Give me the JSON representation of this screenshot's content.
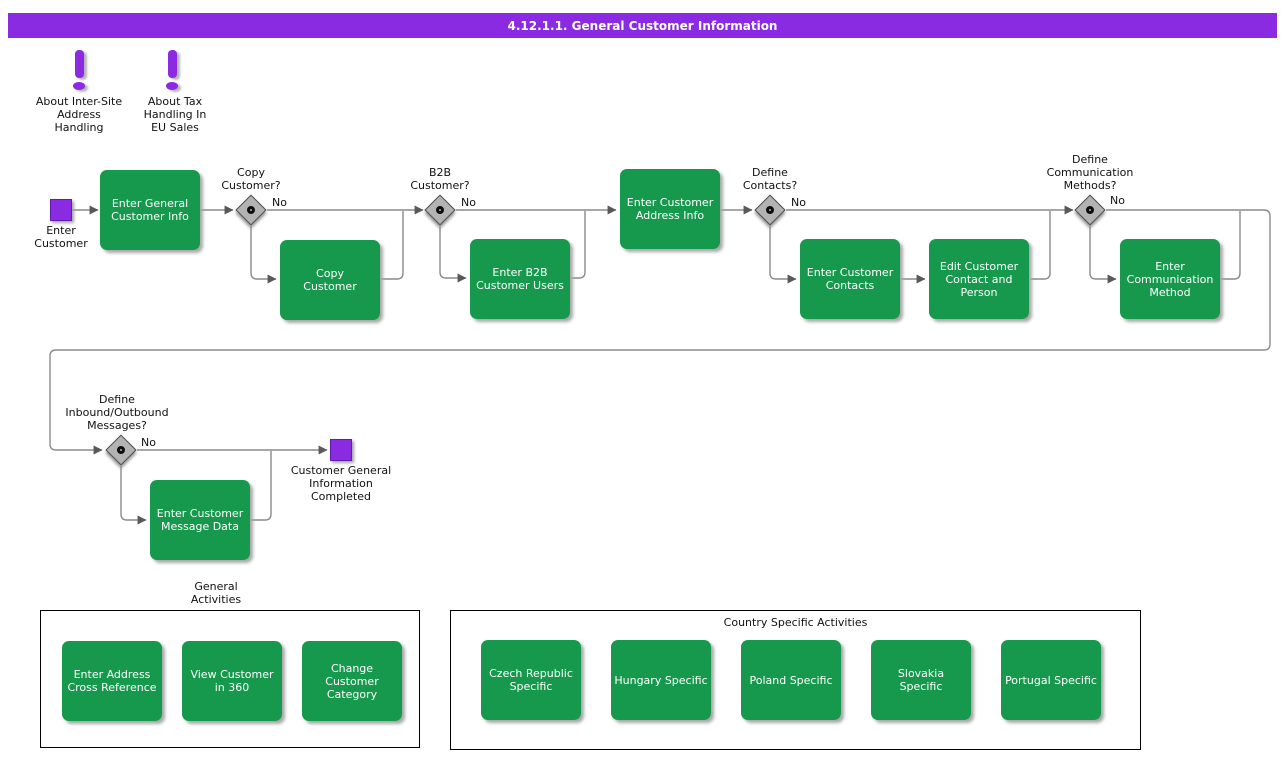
{
  "title": "4.12.1.1. General Customer Information",
  "colors": {
    "accent_purple": "#8A2BE2",
    "activity_green": "#16994D",
    "line_gray": "#8a8a8a",
    "diamond_gray": "#b3b3b3"
  },
  "notes": [
    {
      "label": "About Inter-Site\nAddress\nHandling"
    },
    {
      "label": "About Tax\nHandling In\nEU Sales"
    }
  ],
  "flow": {
    "start": {
      "label": "Enter\nCustomer"
    },
    "end": {
      "label": "Customer General\nInformation\nCompleted"
    },
    "activities": [
      {
        "label": "Enter General\nCustomer Info"
      },
      {
        "label": "Copy\nCustomer"
      },
      {
        "label": "Enter B2B\nCustomer Users"
      },
      {
        "label": "Enter Customer\nAddress Info"
      },
      {
        "label": "Enter Customer\nContacts"
      },
      {
        "label": "Edit Customer\nContact and\nPerson"
      },
      {
        "label": "Enter\nCommunication\nMethod"
      },
      {
        "label": "Enter Customer\nMessage Data"
      }
    ],
    "decisions": [
      {
        "label": "Copy\nCustomer?",
        "no": "No"
      },
      {
        "label": "B2B\nCustomer?",
        "no": "No"
      },
      {
        "label": "Define\nContacts?",
        "no": "No"
      },
      {
        "label": "Define\nCommunication\nMethods?",
        "no": "No"
      },
      {
        "label": "Define\nInbound/Outbound\nMessages?",
        "no": "No"
      }
    ]
  },
  "sections": {
    "general": {
      "title": "General\nActivities",
      "items": [
        "Enter Address\nCross Reference",
        "View Customer\nin 360",
        "Change\nCustomer\nCategory"
      ]
    },
    "country": {
      "title": "Country Specific Activities",
      "items": [
        "Czech Republic\nSpecific",
        "Hungary Specific",
        "Poland Specific",
        "Slovakia\nSpecific",
        "Portugal Specific"
      ]
    }
  }
}
